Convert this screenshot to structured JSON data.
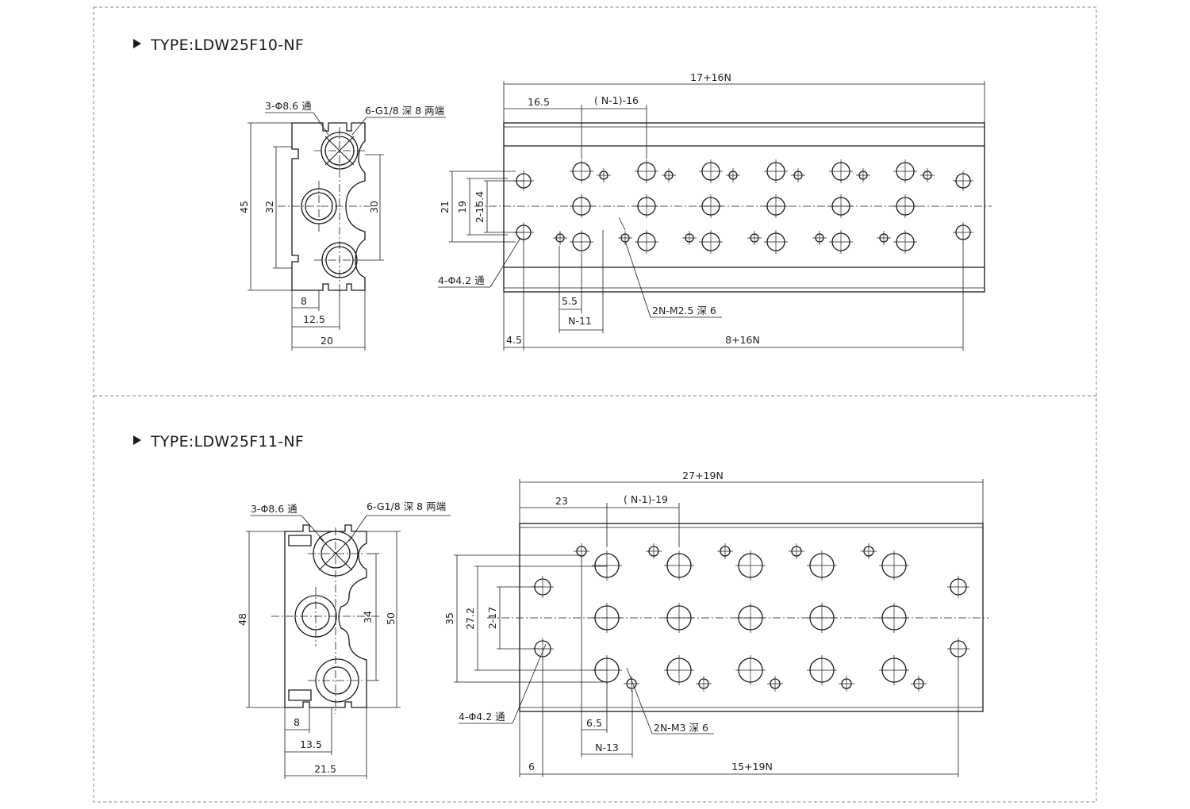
{
  "drawings": [
    {
      "type_label": "TYPE:LDW25F10-NF",
      "side": {
        "dims": [
          "45",
          "32",
          "30",
          "8",
          "12.5",
          "20"
        ],
        "callouts": [
          "3-Φ8.6 通",
          "6-G1/8 深 8 两端"
        ]
      },
      "front": {
        "dims": [
          "17+16N",
          "16.5",
          "( N-1)-16",
          "21",
          "19",
          "2-15.4",
          "5.5",
          "N-11",
          "4.5",
          "8+16N"
        ],
        "callouts": [
          "4-Φ4.2 通",
          "2N-M2.5 深 6"
        ]
      }
    },
    {
      "type_label": "TYPE:LDW25F11-NF",
      "side": {
        "dims": [
          "48",
          "34",
          "50",
          "8",
          "13.5",
          "21.5"
        ],
        "callouts": [
          "3-Φ8.6 通",
          "6-G1/8 深 8 两端"
        ]
      },
      "front": {
        "dims": [
          "27+19N",
          "23",
          "( N-1)-19",
          "35",
          "27.2",
          "2-17",
          "6.5",
          "N-13",
          "6",
          "15+19N"
        ],
        "callouts": [
          "4-Φ4.2 通",
          "2N-M3 深 6"
        ]
      }
    }
  ]
}
